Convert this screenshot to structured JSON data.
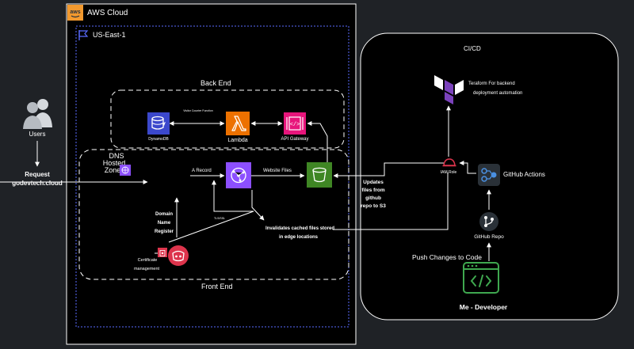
{
  "aws_cloud": {
    "title": "AWS Cloud",
    "region": "US-East-1"
  },
  "cicd": {
    "title": "CI/CD"
  },
  "backend": {
    "title": "Back End",
    "dynamodb": "DynamoDB",
    "lambda": "Lambda",
    "api_gateway": "API Gateway",
    "visitor_counter": "Visitor Counter Function"
  },
  "frontend": {
    "title": "Front End",
    "dns_hosted_zone": [
      "DNS",
      "Hosted",
      "Zone"
    ],
    "a_record": "A Record",
    "website_files": "Website Files",
    "domain_register": [
      "Domain",
      "Name",
      "Register"
    ],
    "tls_ssl": "TLS/SSL",
    "certificate_management": [
      "Certificate",
      "management"
    ],
    "invalidate_cache": [
      "Invalidates cached files stored",
      "in edge locations"
    ]
  },
  "users": {
    "label": "Users",
    "request": [
      "Request",
      "godevtech.cloud"
    ]
  },
  "pipeline": {
    "terraform": [
      "Teraform For backend",
      "deployment automation"
    ],
    "iam_role": "IAM Role",
    "github_actions": "GitHub Actions",
    "github_repo": "GitHub Repo",
    "push_changes": "Push Changes to Code",
    "developer": "Me - Developer",
    "updates_s3": [
      "Updates",
      "files from",
      "github",
      "repo to S3"
    ]
  },
  "colors": {
    "background": "#1f2226",
    "aws_orange": "#f2992e",
    "dynamodb_blue": "#3b48cc",
    "lambda_orange": "#ed7100",
    "api_pink": "#e7157b",
    "cloudfront_purple": "#8c4fff",
    "s3_green": "#3f8624",
    "terraform_purple": "#7b42bc",
    "iam_red": "#dd344c",
    "certificate_red": "#dd344c",
    "region_blue": "#5a6bff",
    "developer_green": "#3fa84f"
  }
}
